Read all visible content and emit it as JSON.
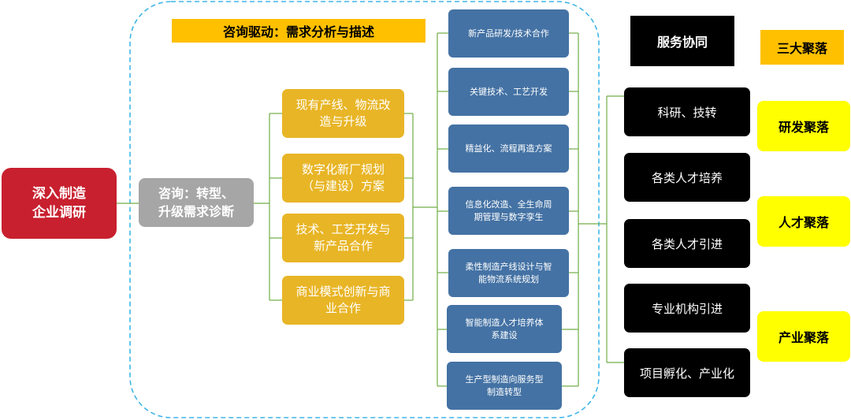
{
  "root": {
    "label": "深入制造\n企业调研"
  },
  "diagnosis": {
    "label": "咨询：转型、\n升级需求诊断"
  },
  "consulting_title": "咨询驱动：需求分析与描述",
  "consulting_items": [
    {
      "label": "现有产线、物流改\n造与升级"
    },
    {
      "label": "数字化新厂规划\n（与建设）方案"
    },
    {
      "label": "技术、工艺开发与\n新产品合作"
    },
    {
      "label": "商业模式创新与商\n业合作"
    }
  ],
  "solution_items": [
    {
      "label": "新产品研发/技术合作"
    },
    {
      "label": "关键技术、工艺开发"
    },
    {
      "label": "精益化、流程再造方案"
    },
    {
      "label": "信息化改造、全生命周\n期管理与数字孪生"
    },
    {
      "label": "柔性制造产线设计与智\n能物流系统规划"
    },
    {
      "label": "智能制造人才培养体\n系建设"
    },
    {
      "label": "生产型制造向服务型\n制造转型"
    }
  ],
  "service_title": "服务协同",
  "service_items": [
    {
      "label": "科研、技转"
    },
    {
      "label": "各类人才培养"
    },
    {
      "label": "各类人才引进"
    },
    {
      "label": "专业机构引进"
    },
    {
      "label": "项目孵化、产业化"
    }
  ],
  "cluster_title": "三大聚落",
  "cluster_items": [
    {
      "label": "研发聚落"
    },
    {
      "label": "人才聚落"
    },
    {
      "label": "产业聚落"
    }
  ],
  "colors": {
    "root": "#c8202f",
    "diagnosis": "#a6a6a6",
    "consulting": "#e8b526",
    "solution": "#4472a4",
    "service": "#000000",
    "cluster": "#ffff00",
    "connector": "#70ad47",
    "dashed_border": "#3fb6e6"
  }
}
